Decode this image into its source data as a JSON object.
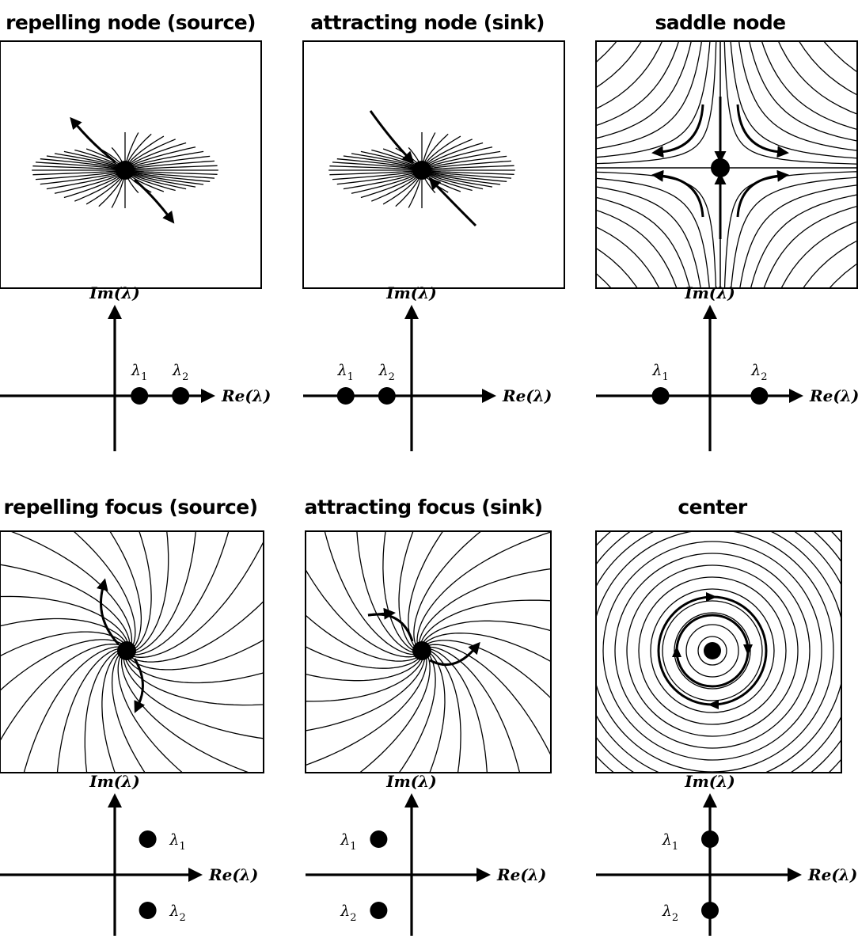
{
  "panels": [
    {
      "id": "repelling-node",
      "title": "repelling node (source)",
      "kind": "node",
      "stability": "unstable",
      "eigenvalues": [
        {
          "label": "λ",
          "sub": "1",
          "re": 0.6,
          "im": 0
        },
        {
          "label": "λ",
          "sub": "2",
          "re": 1.6,
          "im": 0
        }
      ]
    },
    {
      "id": "attracting-node",
      "title": "attracting node (sink)",
      "kind": "node",
      "stability": "stable",
      "eigenvalues": [
        {
          "label": "λ",
          "sub": "1",
          "re": -1.6,
          "im": 0
        },
        {
          "label": "λ",
          "sub": "2",
          "re": -0.6,
          "im": 0
        }
      ]
    },
    {
      "id": "saddle-node",
      "title": "saddle node",
      "kind": "saddle",
      "stability": "unstable",
      "eigenvalues": [
        {
          "label": "λ",
          "sub": "1",
          "re": -1.2,
          "im": 0
        },
        {
          "label": "λ",
          "sub": "2",
          "re": 1.2,
          "im": 0
        }
      ]
    },
    {
      "id": "repelling-focus",
      "title": "repelling focus (source)",
      "kind": "focus",
      "stability": "unstable",
      "eigenvalues": [
        {
          "label": "λ",
          "sub": "1",
          "re": 0.8,
          "im": 1
        },
        {
          "label": "λ",
          "sub": "2",
          "re": 0.8,
          "im": -1
        }
      ]
    },
    {
      "id": "attracting-focus",
      "title": "attracting focus (sink)",
      "kind": "focus",
      "stability": "stable",
      "eigenvalues": [
        {
          "label": "λ",
          "sub": "1",
          "re": -0.8,
          "im": 1
        },
        {
          "label": "λ",
          "sub": "2",
          "re": -0.8,
          "im": -1
        }
      ]
    },
    {
      "id": "center",
      "title": "center",
      "kind": "center",
      "stability": "neutral",
      "eigenvalues": [
        {
          "label": "λ",
          "sub": "1",
          "re": 0,
          "im": 1
        },
        {
          "label": "λ",
          "sub": "2",
          "re": 0,
          "im": -1
        }
      ]
    }
  ],
  "axes": {
    "re_label": "Re(λ)",
    "im_label": "Im(λ)"
  },
  "colors": {
    "ink": "#000000",
    "background": "#ffffff"
  }
}
